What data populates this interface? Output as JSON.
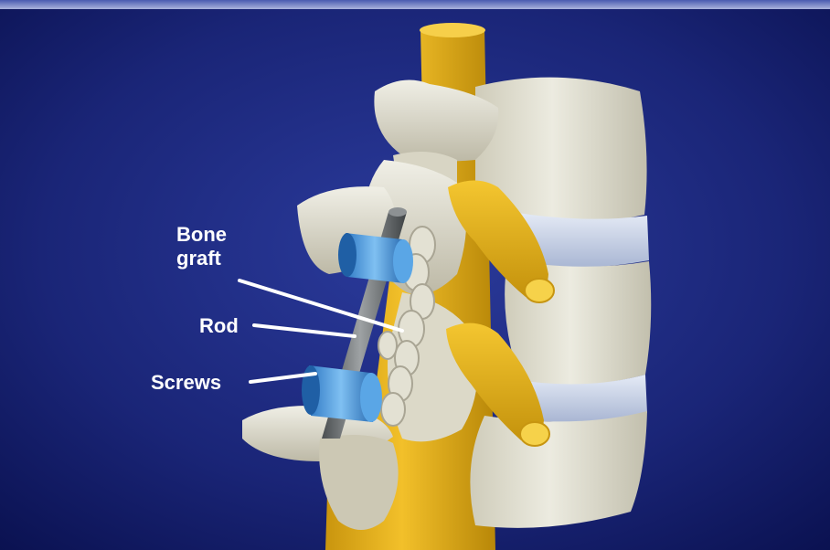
{
  "diagram": {
    "labels": {
      "bone_graft_line1": "Bone",
      "bone_graft_line2": "graft",
      "rod": "Rod",
      "screws": "Screws"
    },
    "colors": {
      "background_center": "#2a3a9a",
      "background_edge": "#0b1250",
      "bone": "#e8e6d8",
      "bone_shadow": "#b9b6a4",
      "disc": "#c9d3e8",
      "nerve": "#e6b41c",
      "screw": "#3f8fd6",
      "rod": "#6c7072",
      "label_text": "#ffffff"
    }
  }
}
